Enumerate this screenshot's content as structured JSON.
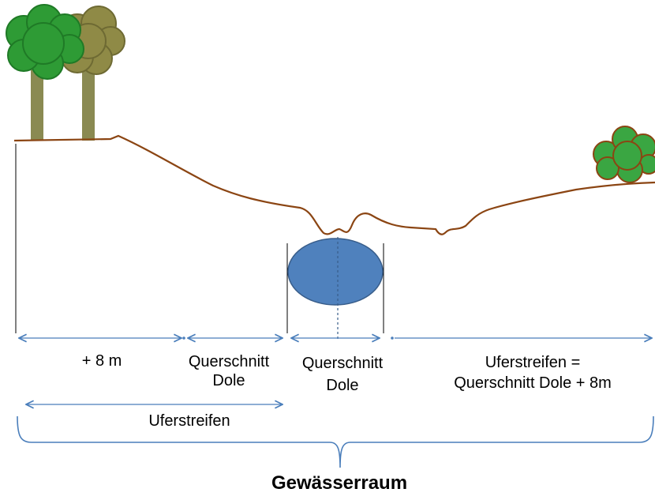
{
  "labels": {
    "plus_8m": "+ 8 m",
    "querschnitt_dole_left": [
      "Querschnitt",
      "Dole"
    ],
    "querschnitt_dole_center": [
      "Querschnitt",
      "Dole"
    ],
    "uferstreifen_right": [
      "Uferstreifen =",
      "Querschnitt Dole  + 8m"
    ],
    "uferstreifen_bottom": "Uferstreifen",
    "gewaesserraum": "Gewässerraum"
  },
  "colors": {
    "terrain": "#8b4513",
    "dimension": "#4a7ebb",
    "pipe_fill": "#4f81bd",
    "pipe_stroke": "#385d8a",
    "tree_green": "#2e9b35",
    "tree_green_outline": "#1f7a26",
    "tree_olive": "#8f8a46",
    "tree_olive_outline": "#6e6a33",
    "trunk": "#8a8a52",
    "bush_green": "#3aa642",
    "brace": "#4a7ebb"
  }
}
